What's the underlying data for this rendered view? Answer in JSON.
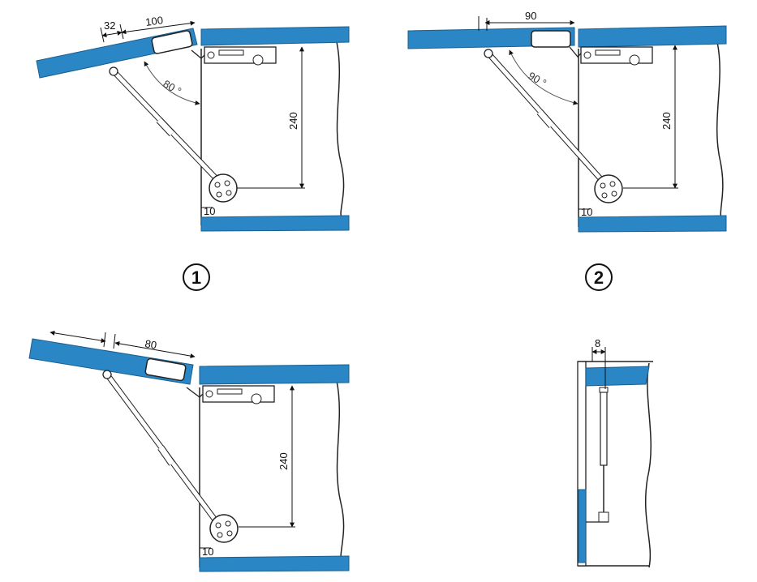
{
  "colors": {
    "panel": "#2a86c4",
    "panel_edge": "#1b5f8f",
    "line": "#222222"
  },
  "figures": [
    {
      "id": "1",
      "label": "1",
      "dims": {
        "offset": "32",
        "hinge": "100",
        "angle": "80 °",
        "height": "240",
        "base": "10"
      }
    },
    {
      "id": "2",
      "label": "2",
      "dims": {
        "hinge": "90",
        "angle": "90 °",
        "height": "240",
        "base": "10"
      }
    },
    {
      "id": "3",
      "dims": {
        "hinge": "80",
        "height": "240",
        "base": "10"
      }
    },
    {
      "id": "4",
      "dims": {
        "width": "8"
      }
    }
  ]
}
